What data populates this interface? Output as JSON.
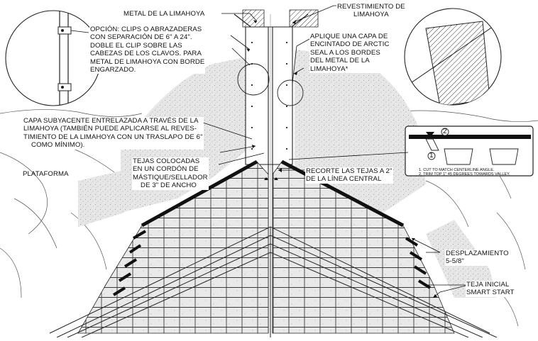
{
  "labels": {
    "valley_metal": "METAL DE LA LIMAHOYA",
    "valley_lining": "REVESTIMIENTO DE\nLIMAHOYA",
    "clips_option": "OPCIÓN: CLIPS O ABRAZADERAS\nCON SEPARACIÓN DE 6\" A 24\".\nDOBLE EL CLIP SOBRE LAS\nCABEZAS DE LOS CLAVOS. PARA\nMETAL DE LIMAHOYA CON BORDE\nENGARZADO.",
    "arctic_seal": "APLIQUE UNA CAPA DE\nENCINTADO DE ARCTIC\nSEAL A LOS BORDES\nDEL METAL DE LA\nLIMAHOYA*",
    "underlayment": "CAPA SUBYACENTE ENTRELAZADA A TRAVÉS DE LA\nLIMAHOYA (TAMBIÉN PUEDE APLICARSE AL REVES-\nTIMIENTO DE LA LIMAHOYA CON UN TRASLAPO DE 6\"\n    COMO MÍNIMO).",
    "deck": "PLATAFORMA",
    "shingles_bead": "TEJAS COLOCADAS\nEN UN CORDÓN DE\nMÁSTIQUE/SELLADOR\n    DE 3\" DE ANCHO",
    "trim_shingles": "RECORTE LAS TEJAS A 2\"\nDE LA LÍNEA CENTRAL",
    "offset": "DESPLAZAMIENTO\n5-5/8\"",
    "starter": "TEJA INICIAL\nSMART START"
  },
  "detail_inset": {
    "note_1": "1. CUT TO MATCH CENTERLINE ANGLE.",
    "note_2": "2. TRIM TOP 1\" 45 DEGREES TOWARDS VALLEY.",
    "callout_1": "1",
    "callout_2": "2"
  }
}
